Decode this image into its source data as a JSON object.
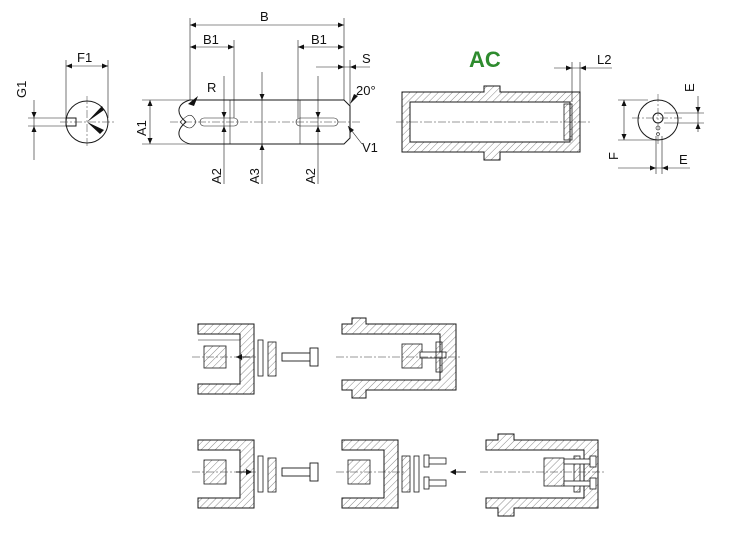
{
  "diagram": {
    "title": "AC",
    "title_color": "#2e8b2e",
    "labels": {
      "F1": "F1",
      "G1": "G1",
      "R": "R",
      "A1": "A1",
      "B": "B",
      "B1_left": "B1",
      "B1_right": "B1",
      "S": "S",
      "angle": "20°",
      "V1": "V1",
      "A2_left": "A2",
      "A3": "A3",
      "A2_right": "A2",
      "L2": "L2",
      "E_top": "E",
      "F": "F",
      "E_bottom": "E"
    },
    "line_color": "#1a1a1a",
    "hatch_color": "#555555"
  }
}
